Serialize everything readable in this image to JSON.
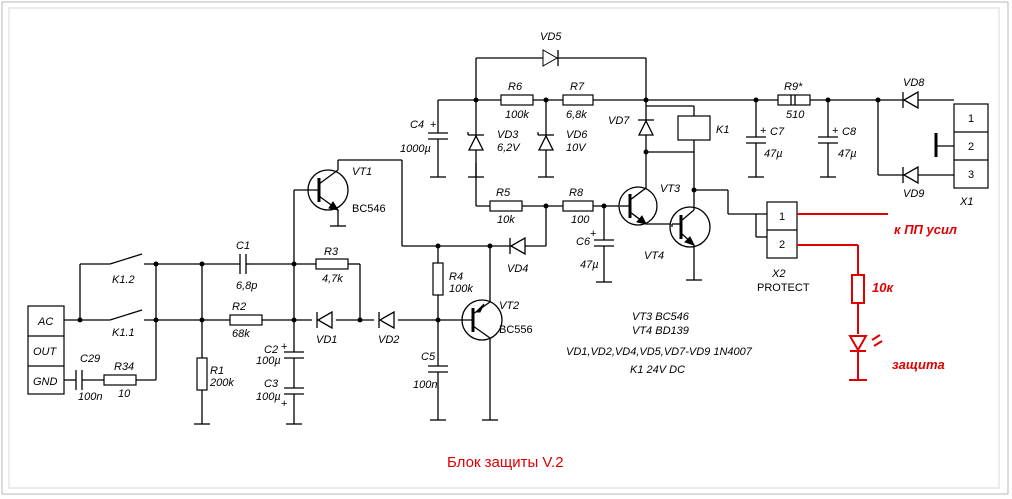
{
  "title": "Блок защиты V.2",
  "labels": {
    "vd5": "VD5",
    "r6": "R6",
    "r6v": "100k",
    "r7": "R7",
    "r7v": "6,8k",
    "r9": "R9*",
    "r9v": "510",
    "vd8": "VD8",
    "vd9": "VD9",
    "x1": "X1",
    "x1p1": "1",
    "x1p2": "2",
    "x1p3": "3",
    "c4": "C4",
    "c4v": "1000µ",
    "vd3": "VD3",
    "vd3v": "6,2V",
    "vd6": "VD6",
    "vd6v": "10V",
    "vd7": "VD7",
    "k1": "K1",
    "c7": "C7",
    "c7v": "47µ",
    "c8": "C8",
    "c8v": "47µ",
    "vt1": "VT1",
    "vt1t": "BC546",
    "r5": "R5",
    "r5v": "10k",
    "r8": "R8",
    "r8v": "100",
    "vt3": "VT3",
    "c6": "C6",
    "c6v": "47µ",
    "vt4": "VT4",
    "vd4": "VD4",
    "x2": "X2",
    "x2t": "PROTECT",
    "x2p1": "1",
    "x2p2": "2",
    "k12": "K1.2",
    "k11": "K1.1",
    "c1": "C1",
    "c1v": "6,8p",
    "r3": "R3",
    "r3v": "4,7k",
    "r2": "R2",
    "r2v": "68k",
    "r4": "R4",
    "r4v": "100k",
    "vt2": "VT2",
    "vt2t": "BC556",
    "ac": "AC",
    "out": "OUT",
    "gnd": "GND",
    "c29": "C29",
    "c29v": "100n",
    "r34": "R34",
    "r34v": "10",
    "r1": "R1",
    "r1v": "200k",
    "c2": "C2",
    "c2v": "100µ",
    "c3": "C3",
    "c3v": "100µ",
    "vd1": "VD1",
    "vd2": "VD2",
    "c5": "C5",
    "c5v": "100n",
    "note1": "VT3  BC546",
    "note2": "VT4  BD139",
    "note3": "VD1,VD2,VD4,VD5,VD7-VD9 1N4007",
    "note4": "K1 24V DC",
    "red1": "к  ПП  усил",
    "red2": "10к",
    "red3": "защита",
    "plus": "+"
  },
  "colors": {
    "wire": "#000000",
    "annotation": "#e00000",
    "background": "#ffffff"
  }
}
